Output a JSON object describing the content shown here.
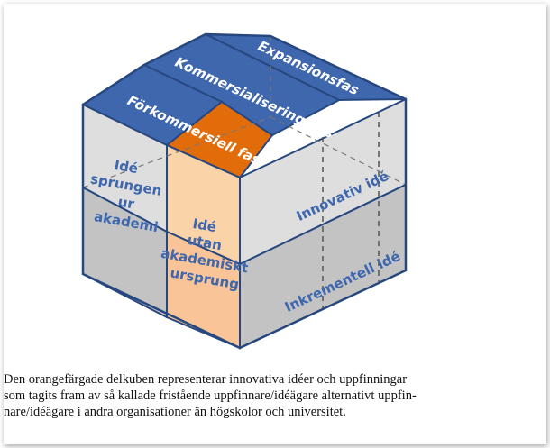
{
  "diagram": {
    "top_labels": {
      "row_back": "Expansionsfas",
      "row_middle": "Kommersialiseringsfas",
      "row_front": "Förkommersiell fas",
      "highlighted": "Förkommersiell fas"
    },
    "left_face": {
      "column_left": [
        "Idé",
        "sprungen",
        "ur",
        "akademi"
      ],
      "column_right": [
        "Idé",
        "utan",
        "akademiskt",
        "ursprung"
      ]
    },
    "right_face": {
      "upper_label": "Innovativ idé",
      "lower_label": "Inkrementell idé"
    },
    "colors": {
      "top_blue": "#3e67ae",
      "top_blue_edge": "#27477f",
      "orange_top": "#e36c0a",
      "orange_light": "#fbd3a9",
      "orange_light_lower": "#f8c498",
      "face_light": "#dedede",
      "face_dark": "#c3c3c3",
      "edge": "#2a4a82"
    }
  },
  "caption": {
    "line1": "Den orangefärgade delkuben representerar innovativa idéer och uppfinningar",
    "line2": "som tagits fram av så kallade fristående uppfinnare/idéägare alternativt uppfin-",
    "line3": "nare/idéägare i andra organisationer än högskolor och universitet."
  }
}
